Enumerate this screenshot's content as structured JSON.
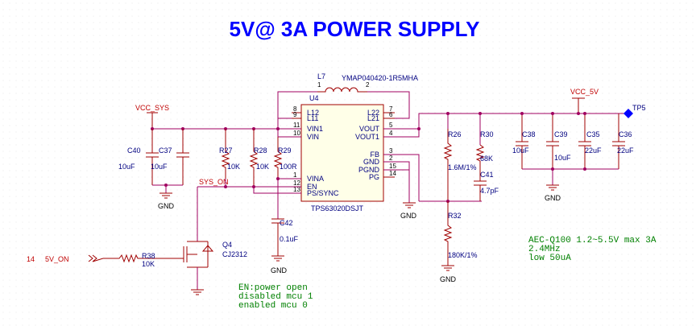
{
  "title": "5V@ 3A POWER SUPPLY",
  "inductor": {
    "ref": "L7",
    "value": "YMAP040420-1R5MHA",
    "pin1": "1",
    "pin2": "2"
  },
  "ic": {
    "ref": "U4",
    "part": "TPS63020DSJT",
    "left_pins": [
      {
        "num": "8",
        "name": "L12"
      },
      {
        "num": "9",
        "name": "L11"
      },
      {
        "num": "11",
        "name": "VIN1"
      },
      {
        "num": "10",
        "name": "VIN"
      },
      {
        "num": "1",
        "name": "VINA"
      },
      {
        "num": "12",
        "name": "EN"
      },
      {
        "num": "13",
        "name": "PS/SYNC"
      }
    ],
    "right_pins": [
      {
        "num": "7",
        "name": "L22"
      },
      {
        "num": "6",
        "name": "L21"
      },
      {
        "num": "5",
        "name": "VOUT"
      },
      {
        "num": "4",
        "name": "VOUT1"
      },
      {
        "num": "3",
        "name": "FB"
      },
      {
        "num": "2",
        "name": "GND"
      },
      {
        "num": "15",
        "name": "PGND"
      },
      {
        "num": "14",
        "name": "PG"
      }
    ]
  },
  "nets": {
    "vcc_sys": "VCC_SYS",
    "vcc_5v": "VCC_5V",
    "sys_on": "SYS_ON",
    "tp5": "TP5",
    "in_net": "5V_ON",
    "in_pin": "14"
  },
  "components": {
    "c40": {
      "ref": "C40",
      "value": "10uF"
    },
    "c37": {
      "ref": "C37",
      "value": "10uF"
    },
    "r27": {
      "ref": "R27",
      "value": "10K"
    },
    "r28": {
      "ref": "R28",
      "value": "10K"
    },
    "r29": {
      "ref": "R29",
      "value": "100R"
    },
    "c42": {
      "ref": "C42",
      "value": "0.1uF"
    },
    "q4": {
      "ref": "Q4",
      "value": "CJ2312"
    },
    "r38": {
      "ref": "R38",
      "value": "10K"
    },
    "r26": {
      "ref": "R26",
      "value": "1.6M/1%"
    },
    "r30": {
      "ref": "R30",
      "value": "68K"
    },
    "c41": {
      "ref": "C41",
      "value": "4.7pF"
    },
    "r32": {
      "ref": "R32",
      "value": "180K/1%"
    },
    "c38": {
      "ref": "C38",
      "value": "10uF"
    },
    "c39": {
      "ref": "C39",
      "value": "10uF"
    },
    "c35": {
      "ref": "C35",
      "value": "22uF"
    },
    "c36": {
      "ref": "C36",
      "value": "22uF"
    }
  },
  "gnd_label": "GND",
  "notes_spec": [
    "AEC-Q100 1.2~5.5V  max 3A",
    "2.4MHz",
    "low 50uA"
  ],
  "notes_en": [
    "EN:power open",
    "disabled  mcu 1",
    "enabled  mcu 0"
  ]
}
